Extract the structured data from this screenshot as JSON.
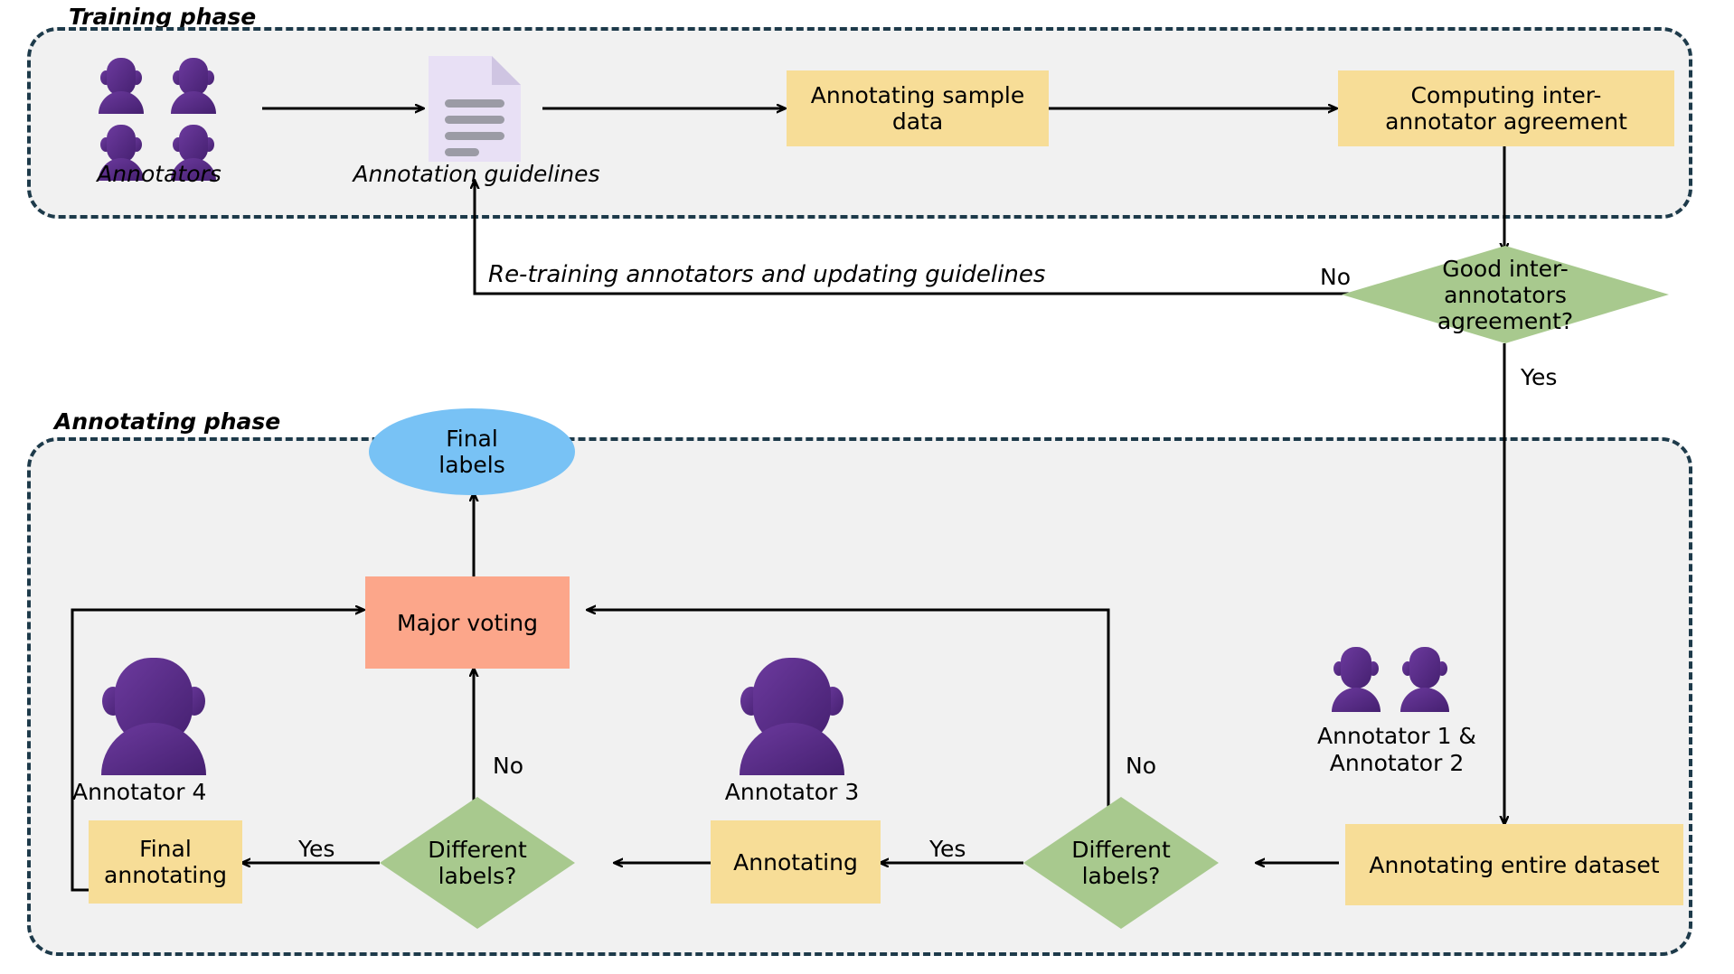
{
  "diagram": {
    "title_domain": "annotation-workflow-flowchart",
    "phases": [
      {
        "id": "training",
        "label": "Training phase"
      },
      {
        "id": "annotating",
        "label": "Annotating phase"
      }
    ],
    "nodes": {
      "annotators_caption": "Annotators",
      "guidelines_caption": "Annotation guidelines",
      "annotating_sample_data": "Annotating sample\ndata",
      "computing_agreement": "Computing inter-\nannotator agreement",
      "good_agreement": "Good inter-\nannotators\nagreement?",
      "final_labels": "Final\nlabels",
      "major_voting": "Major voting",
      "annotator4_caption": "Annotator 4",
      "annotator3_caption": "Annotator 3",
      "annotator12_caption": "Annotator 1 &\nAnnotator 2",
      "final_annotating": "Final\nannotating",
      "different_labels_left": "Different\nlabels?",
      "different_labels_right": "Different\nlabels?",
      "annotating": "Annotating",
      "annotating_entire_dataset": "Annotating entire dataset"
    },
    "edge_labels": {
      "retraining": "Re-training annotators and updating guidelines",
      "no_agreement": "No",
      "yes_agreement": "Yes",
      "no_left_diamond": "No",
      "yes_left_diamond": "Yes",
      "no_right_diamond": "No",
      "yes_right_diamond": "Yes"
    },
    "colors": {
      "process": "#f7dd97",
      "decision": "#a8c98e",
      "voting": "#fca68a",
      "terminal": "#78c2f5",
      "phase_fill": "#f1f1f1",
      "phase_border": "#1d3a4a",
      "avatar": "#5b2d8e",
      "document": "#e8e0f5",
      "arrow": "#000000"
    }
  }
}
